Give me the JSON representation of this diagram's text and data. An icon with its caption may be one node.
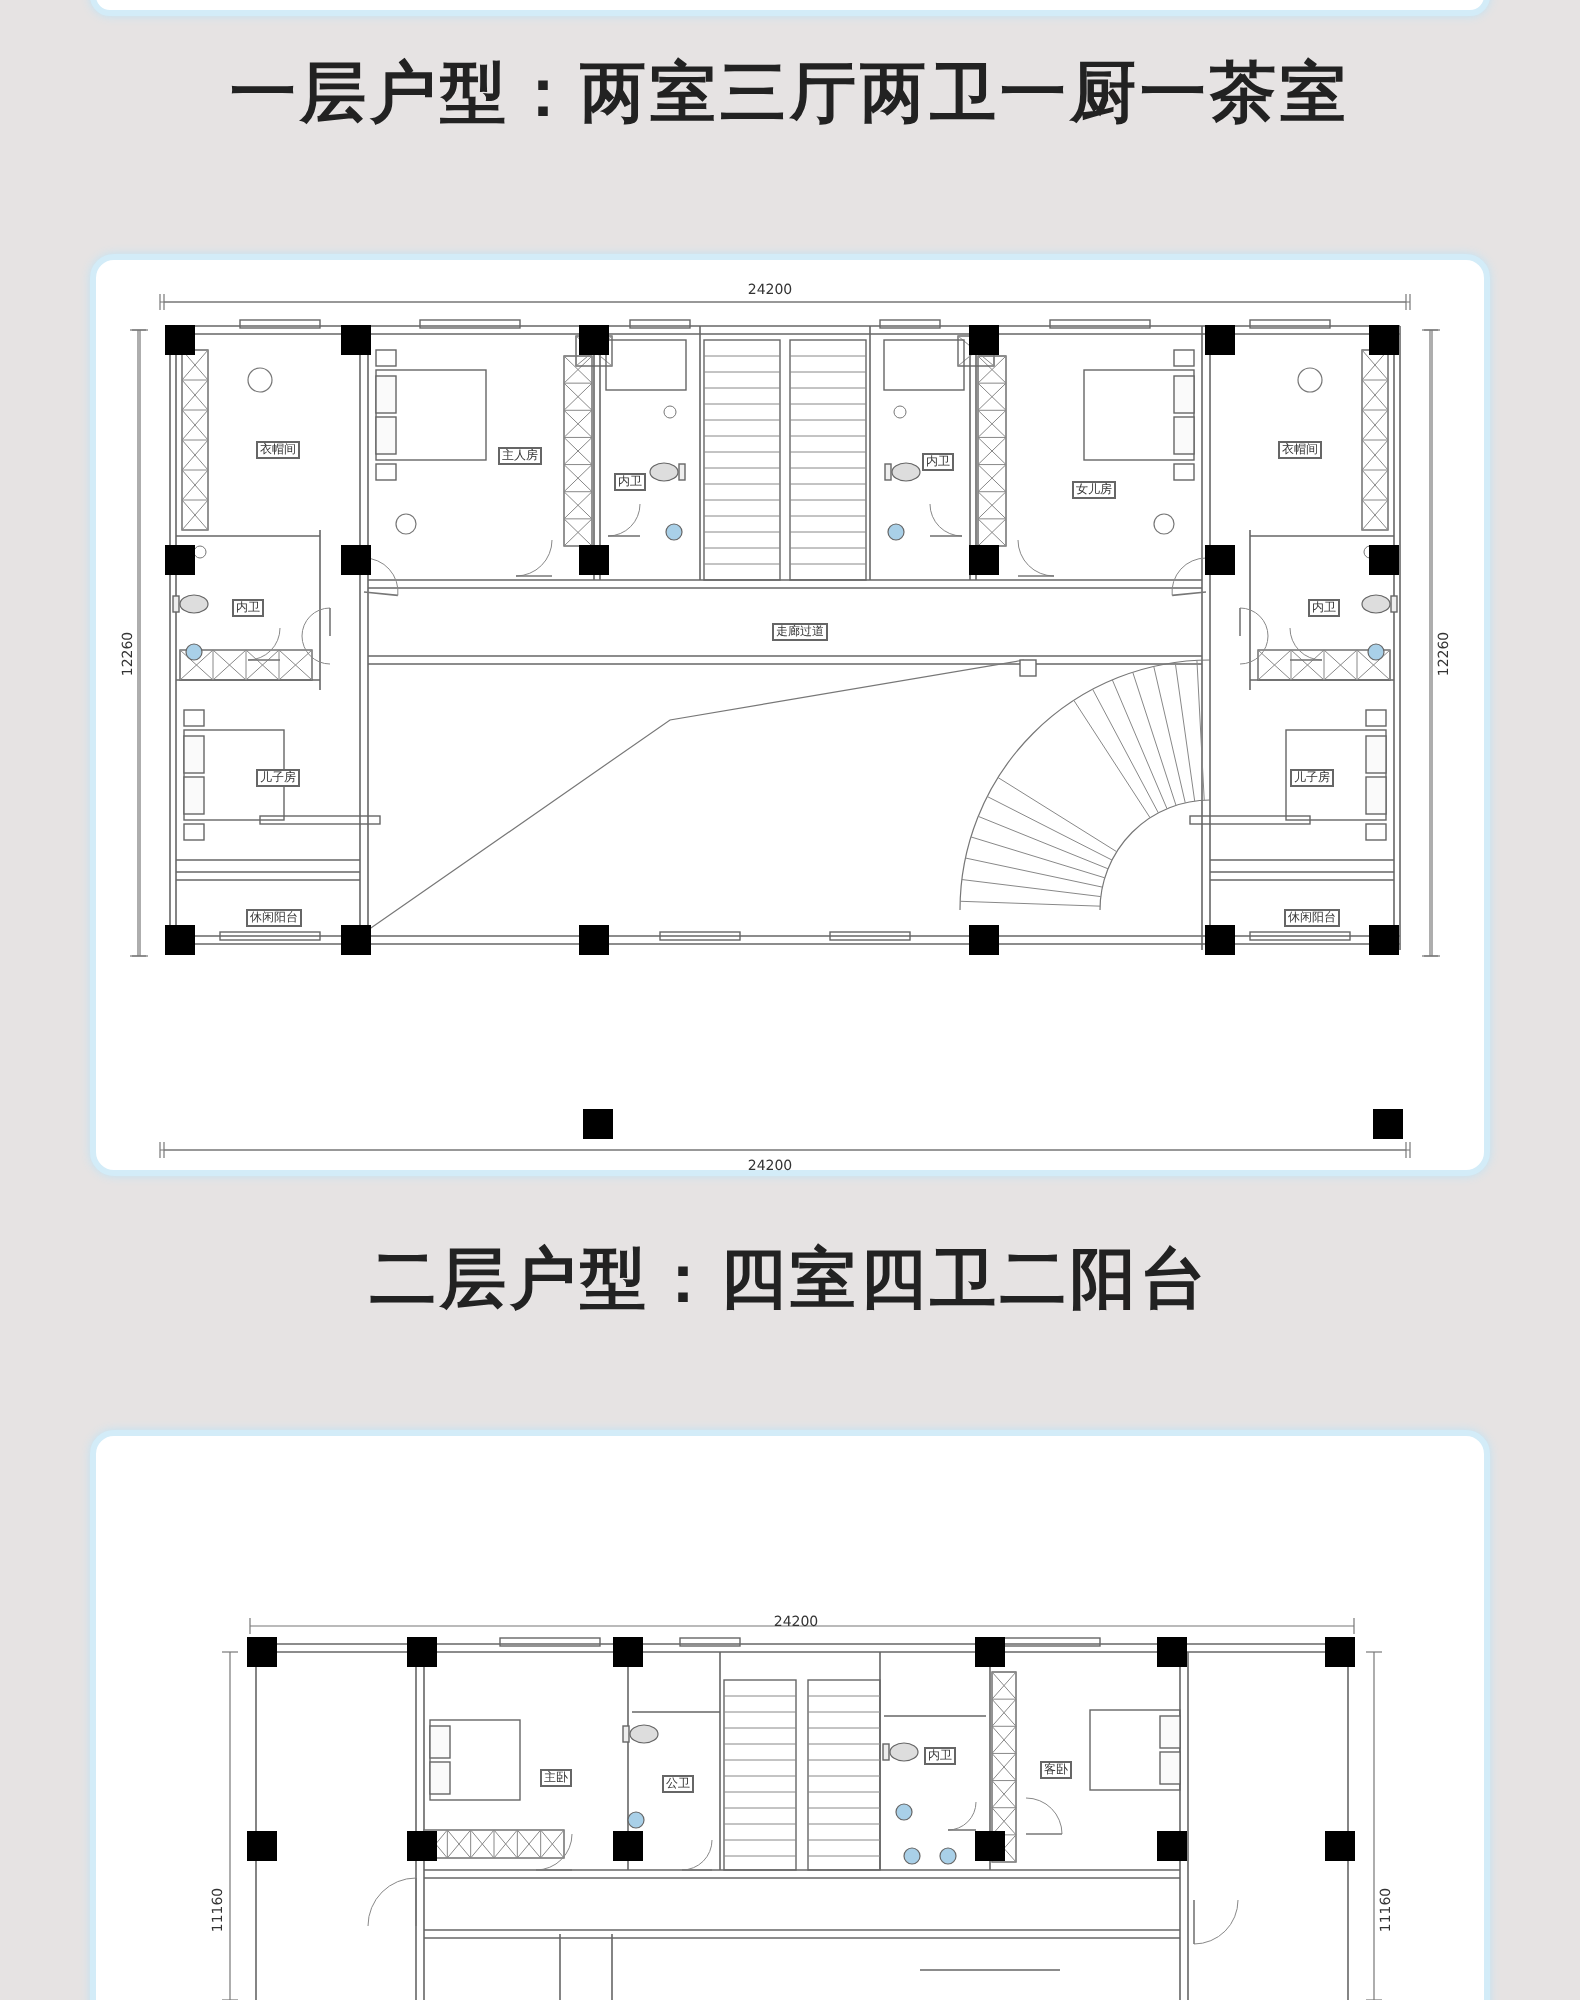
{
  "diagram": {
    "nodes": [
      {
        "text": [
          "一层户型：两室三厅两卫一厨一茶室"
        ]
      },
      {
        "text": [
          "衣帽间"
        ],
        "in": 0
      },
      {
        "text": [
          "主人房"
        ],
        "in": 0
      },
      {
        "text": [
          "内卫"
        ],
        "in": 0
      },
      {
        "text": [
          "内卫"
        ],
        "in": 0
      },
      {
        "text": [
          "女儿房"
        ],
        "in": 0
      },
      {
        "text": [
          "衣帽间"
        ],
        "in": 0
      },
      {
        "text": [
          "内卫"
        ],
        "in": 0
      },
      {
        "text": [
          "走廊过道"
        ],
        "in": 0
      },
      {
        "text": [
          "内卫"
        ],
        "in": 0
      },
      {
        "text": [
          "儿子房"
        ],
        "in": 0
      },
      {
        "text": [
          "儿子房"
        ],
        "in": 0
      },
      {
        "text": [
          "休闲阳台"
        ],
        "in": 0
      },
      {
        "text": [
          "休闲阳台"
        ],
        "in": 0
      },
      {
        "text": [
          "二层户型：四室四卫二阳台"
        ]
      },
      {
        "text": [
          "主卧"
        ],
        "in": 14
      },
      {
        "text": [
          "公卫"
        ],
        "in": 14
      },
      {
        "text": [
          "内卫"
        ],
        "in": 14
      },
      {
        "text": [
          "客卧"
        ],
        "in": 14
      }
    ],
    "edges": [],
    "labels": [
      "24200",
      "12260",
      "12260",
      "24200",
      "24200",
      "11160",
      "11160"
    ]
  }
}
